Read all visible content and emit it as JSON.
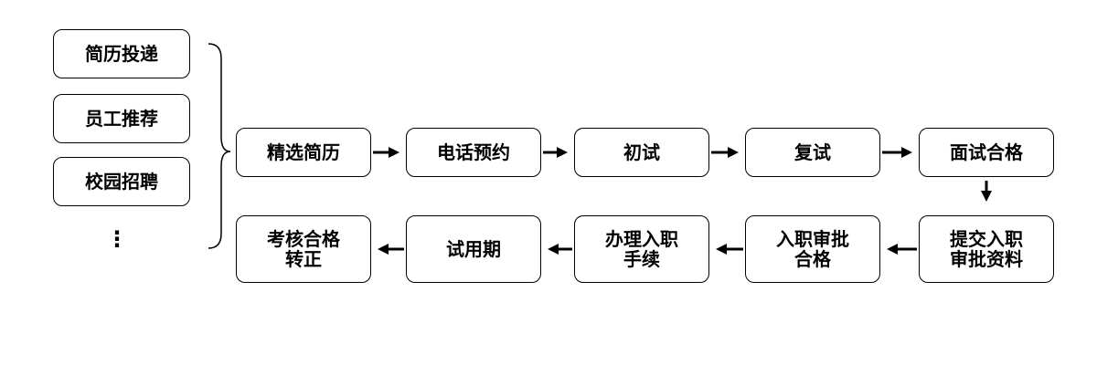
{
  "sources": [
    "简历投递",
    "员工推荐",
    "校园招聘",
    "⋮"
  ],
  "row1": [
    "精选简历",
    "电话预约",
    "初试",
    "复试",
    "面试合格"
  ],
  "row2": [
    "提交入职\n审批资料",
    "入职审批\n合格",
    "办理入职\n手续",
    "试用期",
    "考核合格\n转正"
  ]
}
